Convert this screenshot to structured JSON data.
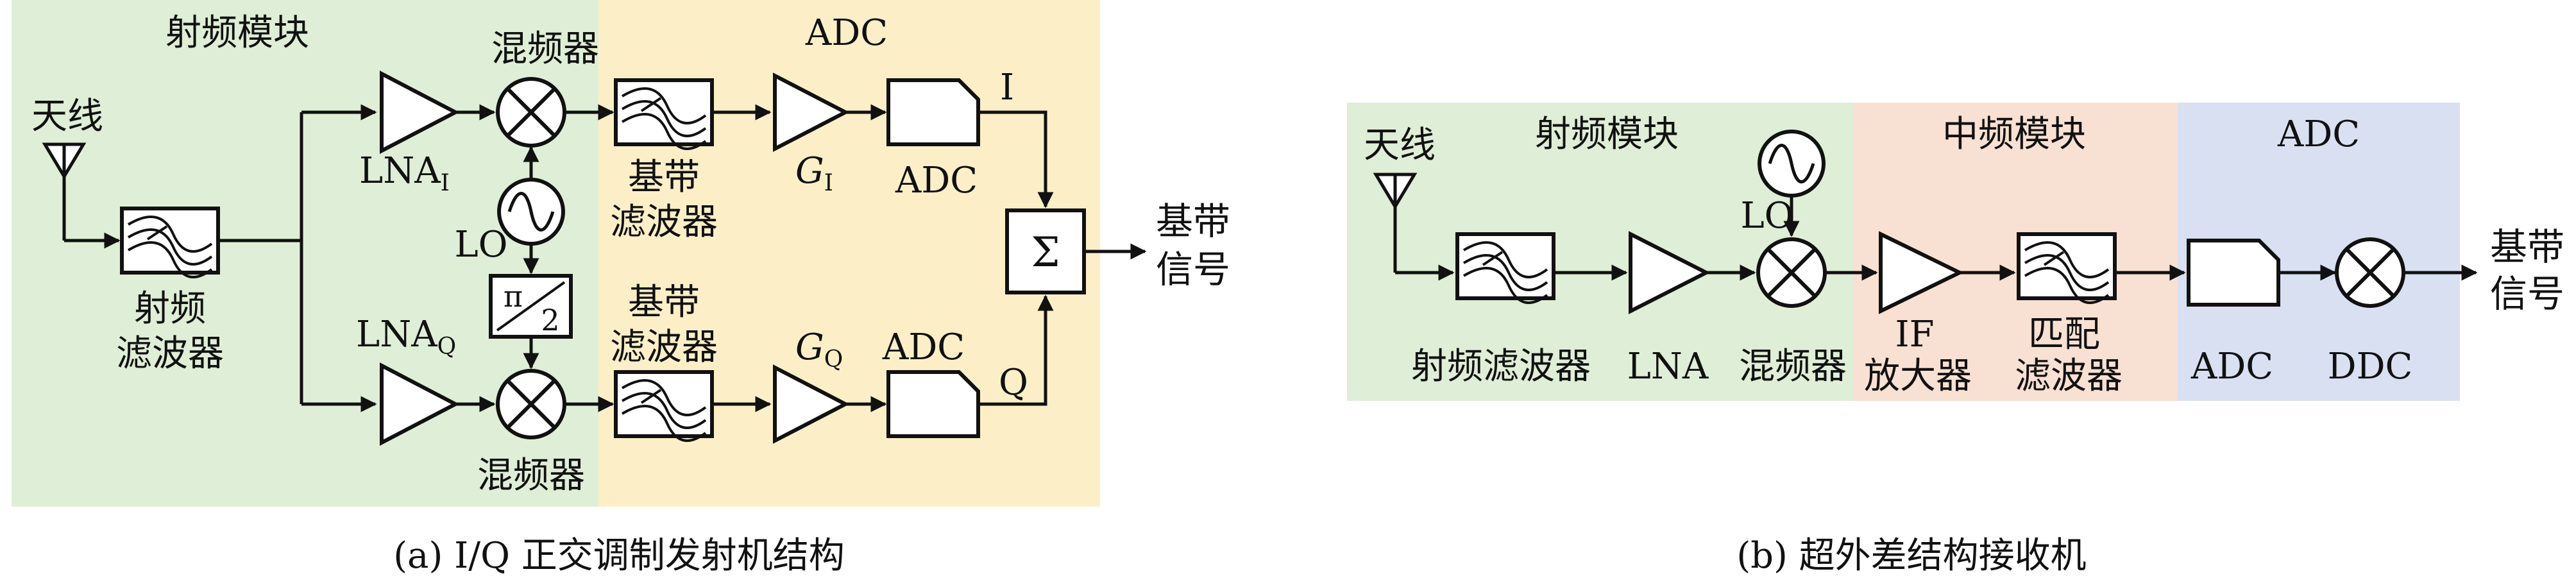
{
  "colors": {
    "rf_block": "#dfeed6",
    "adc_block": "#fcefc8",
    "if_block": "#f8e0d2",
    "adc_block_b": "#d8e0f2",
    "stroke": "#111111"
  },
  "diagram_a": {
    "caption": "(a) I/Q 正交调制发射机结构",
    "rf_region_label": "射频模块",
    "adc_region_label": "ADC",
    "antenna_label": "天线",
    "rf_filter_label_1": "射频",
    "rf_filter_label_2": "滤波器",
    "lna_i_label": "LNA",
    "lna_i_sub": "I",
    "lna_q_label": "LNA",
    "lna_q_sub": "Q",
    "mixer_top_label": "混频器",
    "mixer_bottom_label": "混频器",
    "lo_label": "LO",
    "phase_shift_num": "π",
    "phase_shift_den": "2",
    "bb_filter_top_1": "基带",
    "bb_filter_top_2": "滤波器",
    "bb_filter_bottom_1": "基带",
    "bb_filter_bottom_2": "滤波器",
    "gain_i_label": "G",
    "gain_i_sub": "I",
    "gain_q_label": "G",
    "gain_q_sub": "Q",
    "adc_top_label": "ADC",
    "adc_bottom_label": "ADC",
    "i_label": "I",
    "q_label": "Q",
    "sum_symbol": "Σ",
    "output_label_1": "基带",
    "output_label_2": "信号"
  },
  "diagram_b": {
    "caption": "(b) 超外差结构接收机",
    "rf_region_label": "射频模块",
    "if_region_label": "中频模块",
    "adc_region_label": "ADC",
    "antenna_label": "天线",
    "rf_filter_label": "射频滤波器",
    "lna_label": "LNA",
    "mixer_label": "混频器",
    "lo_label": "LO",
    "if_amp_label_1": "IF",
    "if_amp_label_2": "放大器",
    "match_filter_label_1": "匹配",
    "match_filter_label_2": "滤波器",
    "adc_label": "ADC",
    "ddc_label": "DDC",
    "output_label_1": "基带",
    "output_label_2": "信号"
  }
}
